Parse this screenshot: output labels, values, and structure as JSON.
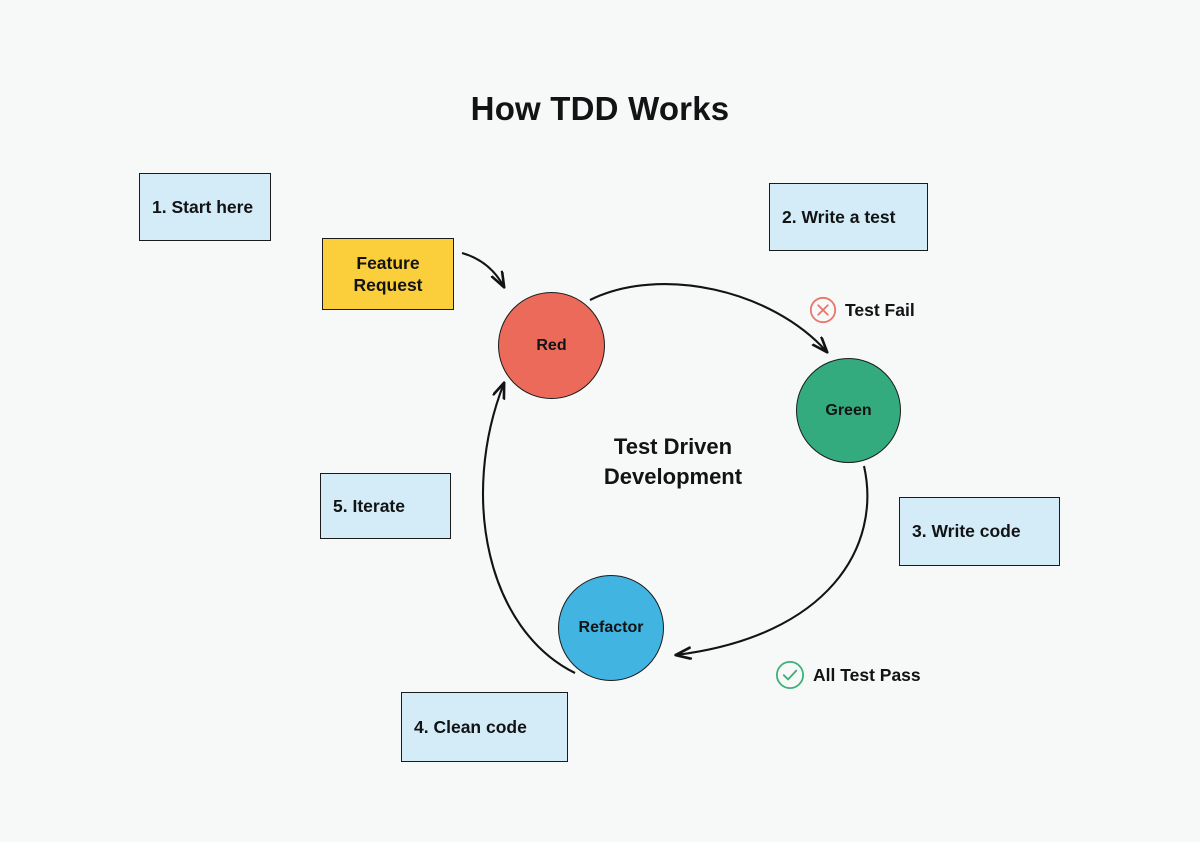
{
  "page": {
    "title": "How TDD Works",
    "background_color": "#F7F8F8",
    "text_color": "#111315"
  },
  "diagram": {
    "type": "cycle-flowchart",
    "center_caption": "Test Driven\nDevelopment",
    "nodes": [
      {
        "id": "feature-request",
        "label": "Feature\nRequest",
        "shape": "rectangle",
        "fill": "#FBCE3C",
        "stroke": "#1b1b1b"
      },
      {
        "id": "red",
        "label": "Red",
        "shape": "circle",
        "fill": "#EC6A5A",
        "stroke": "#1b1b1b"
      },
      {
        "id": "green",
        "label": "Green",
        "shape": "circle",
        "fill": "#34AB7E",
        "stroke": "#1b1b1b"
      },
      {
        "id": "refactor",
        "label": "Refactor",
        "shape": "circle",
        "fill": "#41B4E1",
        "stroke": "#1b1b1b"
      }
    ],
    "edges": [
      {
        "from": "feature-request",
        "to": "red",
        "style": "curved-arrow"
      },
      {
        "from": "red",
        "to": "green",
        "style": "arc-arrow",
        "marker": "test-fail"
      },
      {
        "from": "green",
        "to": "refactor",
        "style": "arc-arrow",
        "marker": "all-test-pass"
      },
      {
        "from": "refactor",
        "to": "red",
        "style": "arc-arrow"
      }
    ],
    "annotations": [
      {
        "id": "step-1",
        "label": "1. Start here",
        "fill": "#D4ECF7"
      },
      {
        "id": "step-2",
        "label": "2. Write a test",
        "fill": "#D4ECF7"
      },
      {
        "id": "step-3",
        "label": "3. Write code",
        "fill": "#D4ECF7"
      },
      {
        "id": "step-4",
        "label": "4. Clean code",
        "fill": "#D4ECF7"
      },
      {
        "id": "step-5",
        "label": "5. Iterate",
        "fill": "#D4ECF7"
      }
    ],
    "status_markers": [
      {
        "id": "test-fail",
        "label": "Test Fail",
        "icon": "circle-x-icon",
        "color": "#E8766A"
      },
      {
        "id": "all-test-pass",
        "label": "All Test Pass",
        "icon": "circle-check-icon",
        "color": "#3FB07A"
      }
    ]
  }
}
